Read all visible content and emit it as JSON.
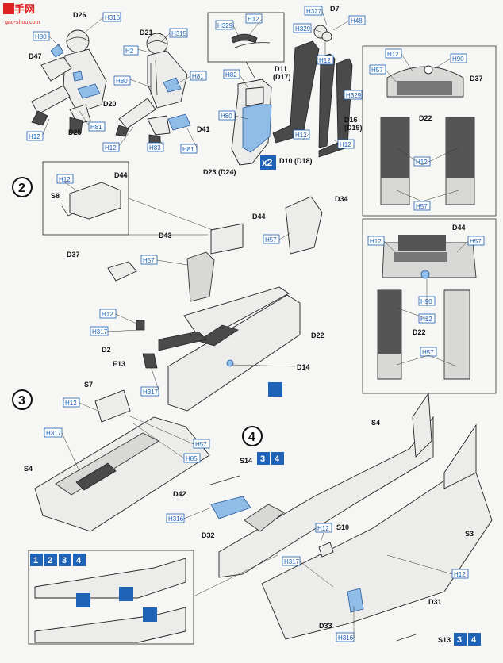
{
  "watermark": {
    "title": "高手网",
    "url": "gao-shou.com"
  },
  "steps": [
    "2",
    "3",
    "4"
  ],
  "multiplier": "x2",
  "badges": {
    "s13": [
      "3",
      "4"
    ],
    "s14": [
      "3",
      "4"
    ],
    "index": [
      "1",
      "2",
      "3",
      "4"
    ]
  },
  "labels": {
    "D26": "D26",
    "H316a": "H316",
    "H80a": "H80",
    "D47": "D47",
    "H12a": "H12",
    "D25": "D25",
    "H81a": "H81",
    "D21": "D21",
    "H315a": "H315",
    "H2": "H2",
    "H80b": "H80",
    "H81b": "H81",
    "D20": "D20",
    "D41": "D41",
    "H12b": "H12",
    "H83": "H83",
    "H81c": "H81",
    "H329a": "H329",
    "H12c": "H12",
    "H327": "H327",
    "D7": "D7",
    "H48": "H48",
    "H329b": "H329",
    "H12d": "H12",
    "H82": "H82",
    "D11": "D11",
    "D17": "(D17)",
    "H80c": "H80",
    "D16": "D16",
    "D19": "(D19)",
    "H12e": "H12",
    "H12f": "H12",
    "H329c": "H329",
    "D23": "D23 (D24)",
    "D10": "D10 (D18)",
    "H12g": "H12",
    "H90": "H90",
    "H57a": "H57",
    "D37a": "D37",
    "D22a": "D22",
    "H12h": "H12",
    "H57b": "H57",
    "H12i": "H12",
    "D44a": "D44",
    "S8": "S8",
    "D44b": "D44",
    "D34": "D34",
    "D43": "D43",
    "H57c": "H57",
    "H57d": "H57",
    "D37b": "D37",
    "H12j": "H12",
    "H317a": "H317",
    "D2": "D2",
    "E13": "E13",
    "H317b": "H317",
    "D22b": "D22",
    "D14": "D14",
    "H12k": "H12",
    "D44c": "D44",
    "H57e": "H57",
    "H90b": "H90",
    "H12l": "H12",
    "D22c": "D22",
    "H57f": "H57",
    "S7": "S7",
    "H12m": "H12",
    "H317c": "H317",
    "S4a": "S4",
    "H57g": "H57",
    "H85": "H85",
    "S4b": "S4",
    "S14": "S14",
    "D42": "D42",
    "H316b": "H316",
    "D32": "D32",
    "H12n": "H12",
    "S10": "S10",
    "S3": "S3",
    "H317d": "H317",
    "H12o": "H12",
    "D31": "D31",
    "D33": "D33",
    "H316c": "H316",
    "S13": "S13"
  }
}
